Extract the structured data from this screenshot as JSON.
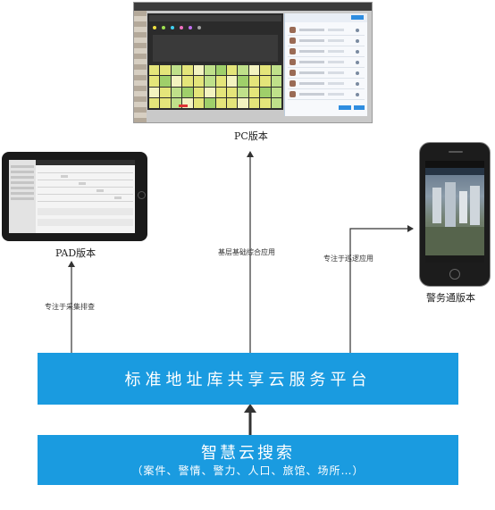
{
  "labels": {
    "pc": "PC版本",
    "pad": "PAD版本",
    "phone": "警务通版本"
  },
  "edges": {
    "to_pc": "基层基础综合应用",
    "to_pad": "专注于采集排查",
    "to_phone": "专注于巡逻应用"
  },
  "platform": {
    "title": "标准地址库共享云服务平台"
  },
  "search": {
    "title": "智慧云搜索",
    "subtitle": "（案件、警情、警力、人口、旅馆、场所…）"
  },
  "colors": {
    "bar_blue": "#1a9be0",
    "arrow": "#333333"
  }
}
